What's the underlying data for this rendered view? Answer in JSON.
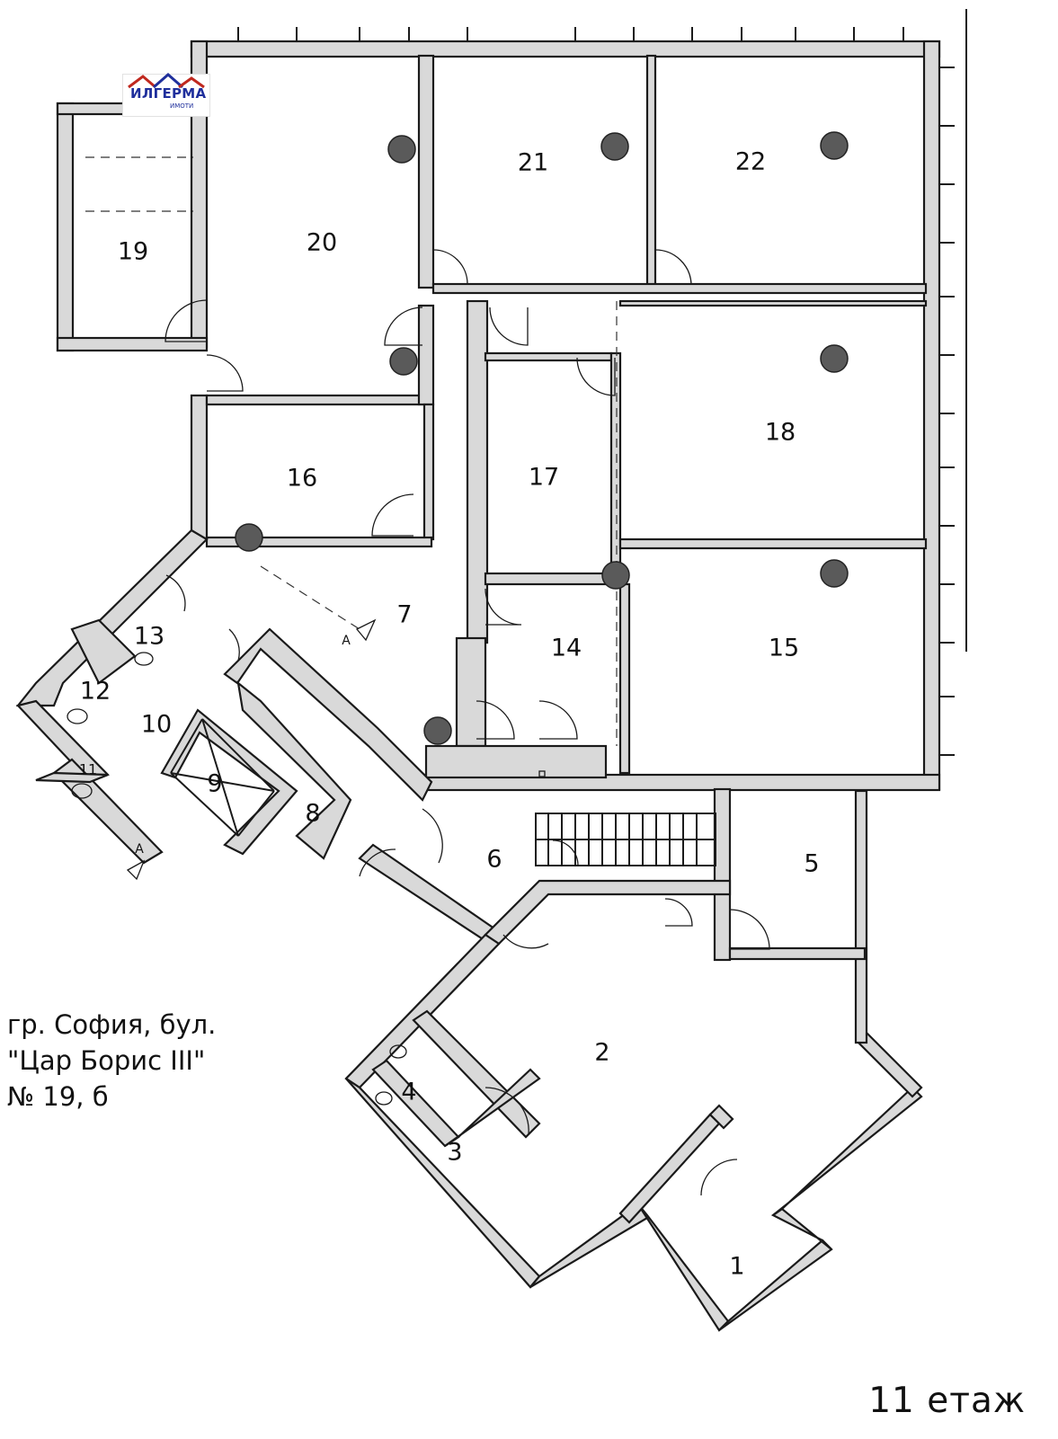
{
  "plan": {
    "floor_label": "11 етаж",
    "address": {
      "line1": "гр. София, бул.",
      "line2": "\"Цар Борис III\"",
      "line3": "№ 19, б"
    },
    "logo": {
      "brand": "ИЛГЕРМА",
      "tagline": "ИМОТИ",
      "color": "#1f2f9c"
    },
    "rooms": [
      "1",
      "2",
      "3",
      "4",
      "5",
      "6",
      "7",
      "8",
      "9",
      "10",
      "11",
      "12",
      "13",
      "14",
      "15",
      "16",
      "17",
      "18",
      "19",
      "20",
      "21",
      "22"
    ],
    "section_marker": "A"
  }
}
